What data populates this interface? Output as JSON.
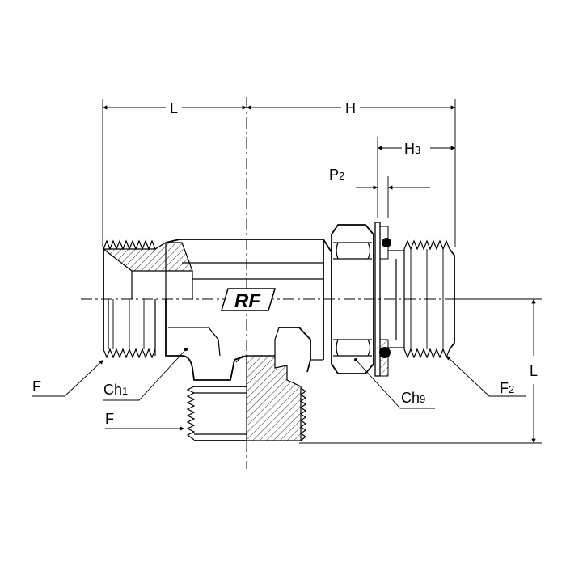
{
  "labels": {
    "L_top": "L",
    "H": "H",
    "H3_main": "H",
    "H3_sub": "3",
    "P2_main": "P",
    "P2_sub": "2",
    "F_left": "F",
    "Ch1_main": "Ch",
    "Ch1_sub": "1",
    "F_bottom": "F",
    "Ch9_main": "Ch",
    "Ch9_sub": "9",
    "F2_main": "F",
    "F2_sub": "2",
    "L_right": "L"
  },
  "logo": "RF"
}
